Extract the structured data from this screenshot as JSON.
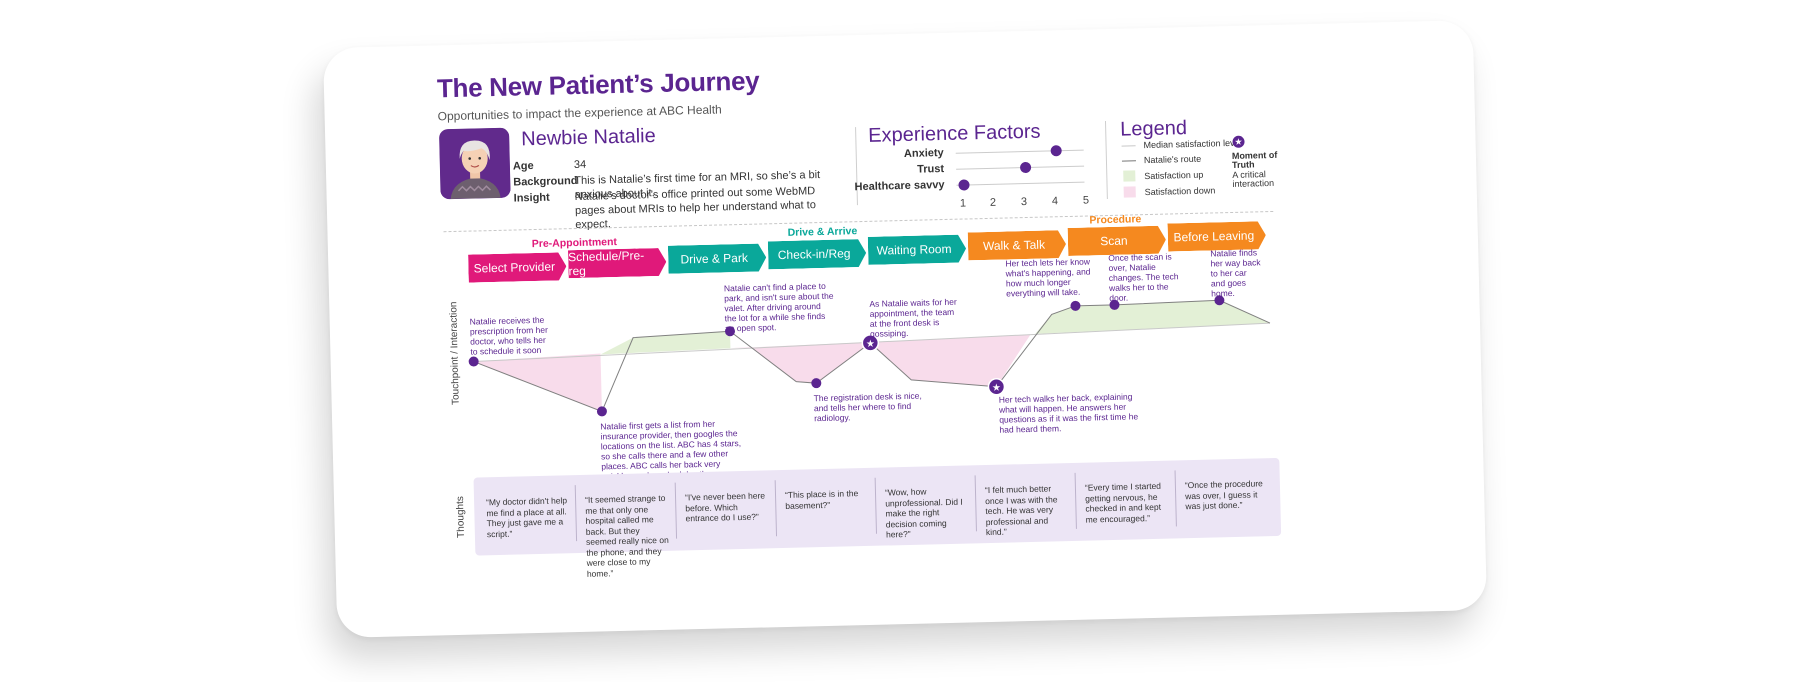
{
  "header": {
    "title": "The New Patient’s Journey",
    "subtitle": "Opportunities to impact the experience at ABC Health"
  },
  "persona": {
    "name": "Newbie Natalie",
    "fields": [
      {
        "label": "Age",
        "value": "34"
      },
      {
        "label": "Background",
        "value": "This is Natalie’s first time for an MRI, so she’s a bit anxious about it."
      },
      {
        "label": "Insight",
        "value": "Natalie’s doctor’s office printed out some WebMD pages about MRIs to help her understand what to expect."
      }
    ]
  },
  "factors": {
    "title": "Experience Factors",
    "scale": [
      "1",
      "2",
      "3",
      "4",
      "5"
    ],
    "items": [
      {
        "label": "Anxiety",
        "value": 4
      },
      {
        "label": "Trust",
        "value": 3
      },
      {
        "label": "Healthcare savvy",
        "value": 1
      }
    ]
  },
  "legend": {
    "title": "Legend",
    "items": [
      {
        "label": "Median satisfaction level"
      },
      {
        "label": "Natalie's route"
      },
      {
        "label": "Satisfaction up"
      },
      {
        "label": "Satisfaction down"
      }
    ],
    "moment": {
      "title": "Moment of Truth",
      "desc": "A critical interaction"
    }
  },
  "phases": [
    {
      "label": "Pre-Appointment",
      "color": "#e0197a"
    },
    {
      "label": "Drive & Arrive",
      "color": "#0aa89a"
    },
    {
      "label": "Procedure",
      "color": "#f5891f"
    }
  ],
  "stages": [
    {
      "label": "Select Provider",
      "color": "#e0197a"
    },
    {
      "label": "Schedule/Pre-reg",
      "color": "#e0197a"
    },
    {
      "label": "Drive & Park",
      "color": "#0aa89a"
    },
    {
      "label": "Check-in/Reg",
      "color": "#0aa89a"
    },
    {
      "label": "Waiting Room",
      "color": "#0aa89a"
    },
    {
      "label": "Walk & Talk",
      "color": "#f5891f"
    },
    {
      "label": "Scan",
      "color": "#f5891f"
    },
    {
      "label": "Before Leaving",
      "color": "#f5891f"
    }
  ],
  "axis": {
    "touchpoint_label": "Touchpoint / Interaction",
    "thoughts_label": "Thoughts"
  },
  "annotations": [
    "Natalie receives the prescription from her doctor, who tells her to schedule it soon",
    "Natalie first gets a list from her insurance provider, then googles the locations on the list. ABC has 4 stars, so she calls there and a few other places. ABC calls her back very quickly, so she schedules there.",
    "Natalie can't find a place to park, and isn't sure about the valet. After driving around the lot for a while she finds an open spot.",
    "The registration desk is nice, and tells her where to find radiology.",
    "As Natalie waits for her appointment, the team at the front desk is gossiping.",
    "Her tech walks her back, explaining what will happen. He answers her questions as if it was the first time he had heard them.",
    "Her tech lets her know what's happening, and how much longer everything will take.",
    "Once the scan is over, Natalie changes. The tech walks her to the door.",
    "Natalie finds her way back to her car and goes home."
  ],
  "thoughts": [
    "“My doctor didn't help me find a place at all. They just gave me a script.”",
    "“It seemed strange to me that only one hospital called me back. But they seemed really nice on the phone, and they were close to my home.”",
    "“I've never been here before. Which entrance do I use?”",
    "“This place is in the basement?”",
    "“Wow, how unprofessional. Did I make the right decision coming here?”",
    "“I felt much better once I was with the tech. He was very professional and kind.”",
    "“Every time I started getting nervous, he checked in and kept me encouraged.”",
    "“Once the procedure was over, I guess it was just done.”"
  ],
  "colors": {
    "brand_purple": "#5b2590",
    "satisfaction_up": "#e3f0d6",
    "satisfaction_down": "#f8dceb",
    "thoughts_bg": "#ece5f5"
  }
}
